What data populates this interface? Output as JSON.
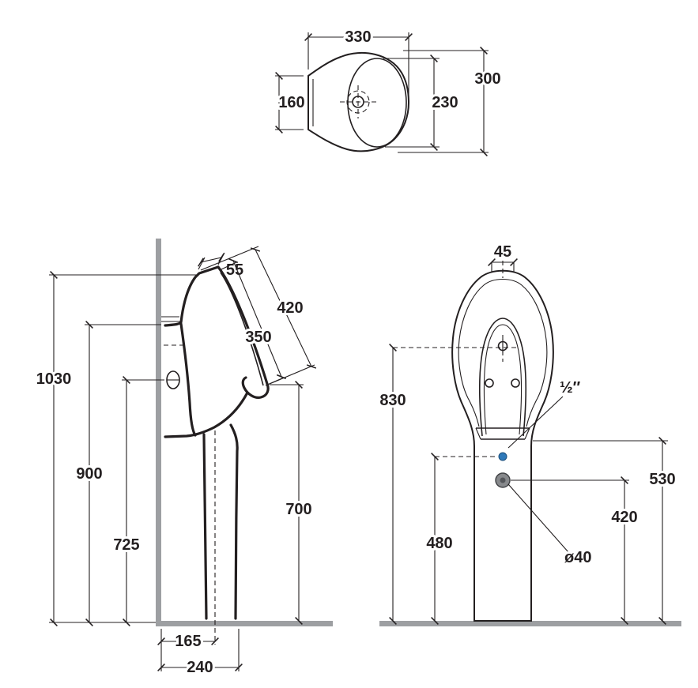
{
  "top_view": {
    "width": "330",
    "depth": "300",
    "spout_height": "160",
    "bowl_depth": "230"
  },
  "side_view": {
    "overall_height": "1030",
    "back_height": "900",
    "fixing_height": "725",
    "top_edge": "55",
    "slope_outer": "420",
    "slope_inner": "350",
    "rim_height": "700",
    "drain_offset": "165",
    "base_depth": "240"
  },
  "front_view": {
    "top_width": "45",
    "hole_height": "830",
    "inlet_height": "480",
    "shelf_height": "530",
    "drain_height": "420",
    "inlet_size": "½″",
    "drain_size": "ø40"
  },
  "colors": {
    "line": "#231f20",
    "masonry": "#9d9fa2",
    "inlet": "#2f79b9",
    "drain": "#87898c",
    "drain_center": "#54565a"
  }
}
